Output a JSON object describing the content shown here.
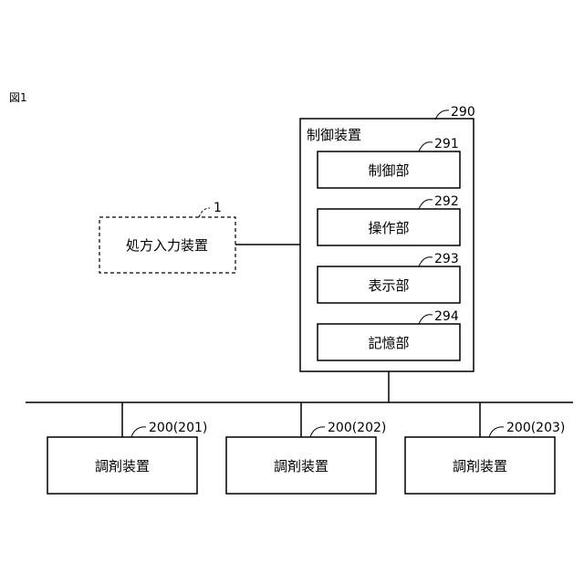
{
  "figure_label": "図1",
  "control_device": {
    "ref": "290",
    "title": "制御装置",
    "units": [
      {
        "ref": "291",
        "label": "制御部"
      },
      {
        "ref": "292",
        "label": "操作部"
      },
      {
        "ref": "293",
        "label": "表示部"
      },
      {
        "ref": "294",
        "label": "記憶部"
      }
    ]
  },
  "prescription_input": {
    "ref": "1",
    "label": "処方入力装置"
  },
  "dispensing_devices": [
    {
      "ref": "200(201)",
      "label": "調剤装置"
    },
    {
      "ref": "200(202)",
      "label": "調剤装置"
    },
    {
      "ref": "200(203)",
      "label": "調剤装置"
    }
  ]
}
